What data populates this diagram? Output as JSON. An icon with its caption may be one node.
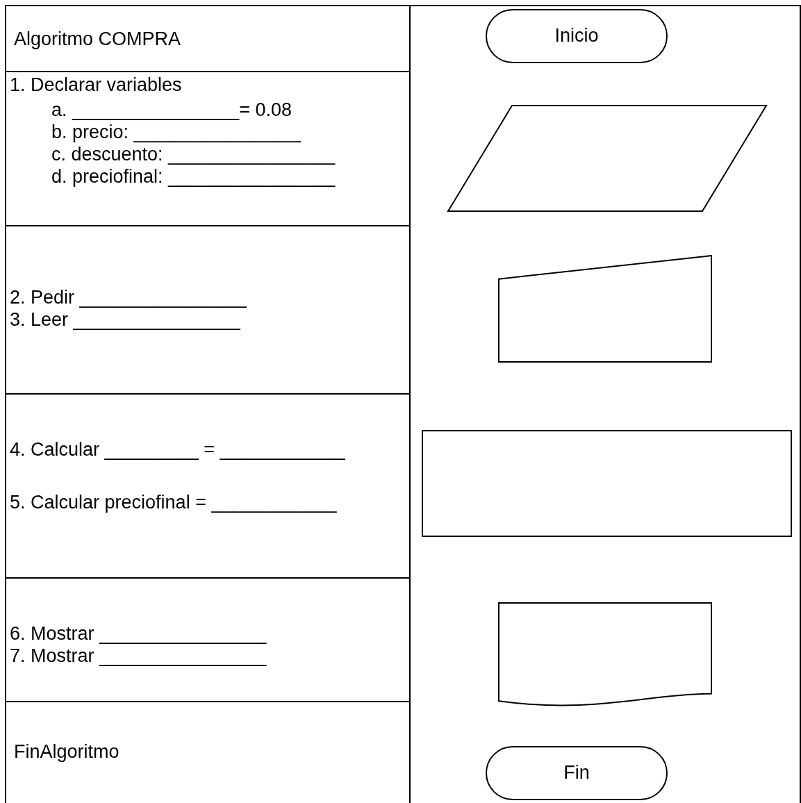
{
  "diagram": {
    "nodes": [
      {
        "text": [
          "Inicio"
        ]
      },
      {
        "text": [],
        "shape": "parallelogram"
      },
      {
        "text": [],
        "shape": "trapezoid"
      },
      {
        "text": [],
        "shape": "box"
      },
      {
        "text": [],
        "shape": "document"
      },
      {
        "text": [
          "Fin"
        ]
      }
    ],
    "labels": [
      "Algoritmo COMPRA",
      "1. Declarar variables",
      "a. ________________= 0.08",
      "b. precio: ________________",
      "c. descuento: ________________",
      "d. preciofinal: ________________",
      "2. Pedir ________________",
      "3. Leer ________________",
      "4. Calcular _________ = ____________",
      "5. Calcular preciofinal = ____________",
      "6. Mostrar ________________",
      "7. Mostrar ________________",
      "FinAlgoritmo"
    ]
  }
}
